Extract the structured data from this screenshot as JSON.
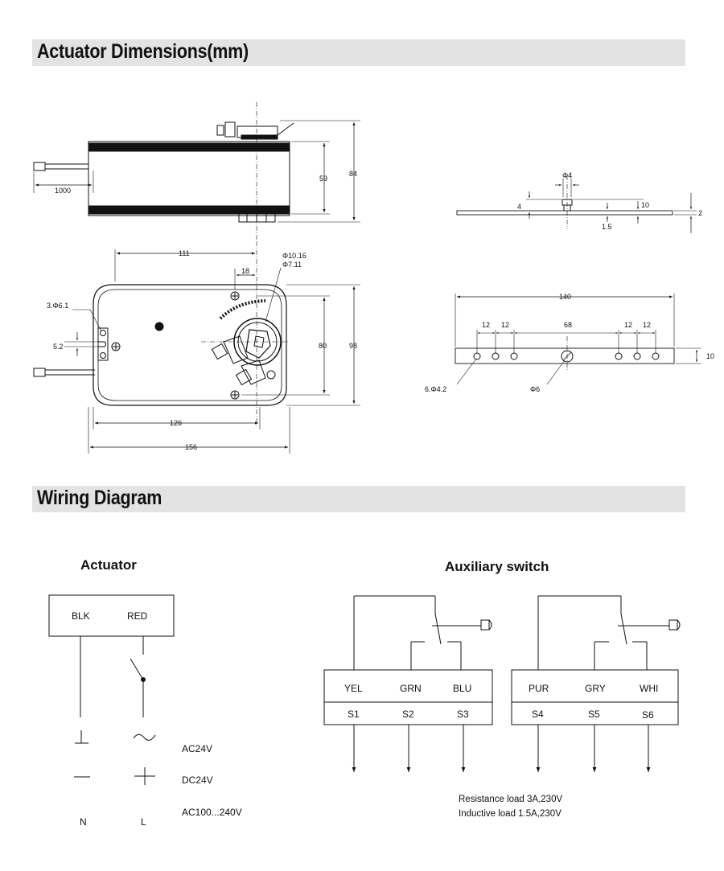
{
  "sections": {
    "dimensions_title": "Actuator Dimensions(mm)",
    "wiring_title": "Wiring Diagram"
  },
  "dimensions": {
    "cable": "1000",
    "h59": "59",
    "h84": "84",
    "w111": "111",
    "w18": "18",
    "phi_outer": "Φ10.16",
    "phi_inner": "Φ7.11",
    "holes_left": "3.Φ6.1",
    "slot": "5.2",
    "h80": "80",
    "h98": "98",
    "w126": "126",
    "w156": "156",
    "phi4": "Φ4",
    "d4": "4",
    "d10": "10",
    "d2": "2",
    "d1_5": "1.5",
    "w140": "140",
    "s12a": "12",
    "s12b": "12",
    "s68": "68",
    "s12c": "12",
    "s12d": "12",
    "t10": "10",
    "holes_bracket": "6.Φ4.2",
    "phi6": "Φ6"
  },
  "wiring": {
    "actuator_title": "Actuator",
    "aux_title": "Auxiliary switch",
    "blk": "BLK",
    "red": "RED",
    "ac24": "AC24V",
    "dc24": "DC24V",
    "ac100": "AC100...240V",
    "n": "N",
    "l": "L",
    "sw1": {
      "c1": "YEL",
      "c2": "GRN",
      "c3": "BLU",
      "s1": "S1",
      "s2": "S2",
      "s3": "S3"
    },
    "sw2": {
      "c1": "PUR",
      "c2": "GRY",
      "c3": "WHI",
      "s1": "S4",
      "s2": "S5",
      "s3": "S6"
    },
    "note1": "Resistance load 3A,230V",
    "note2": "Inductive load 1.5A,230V"
  }
}
